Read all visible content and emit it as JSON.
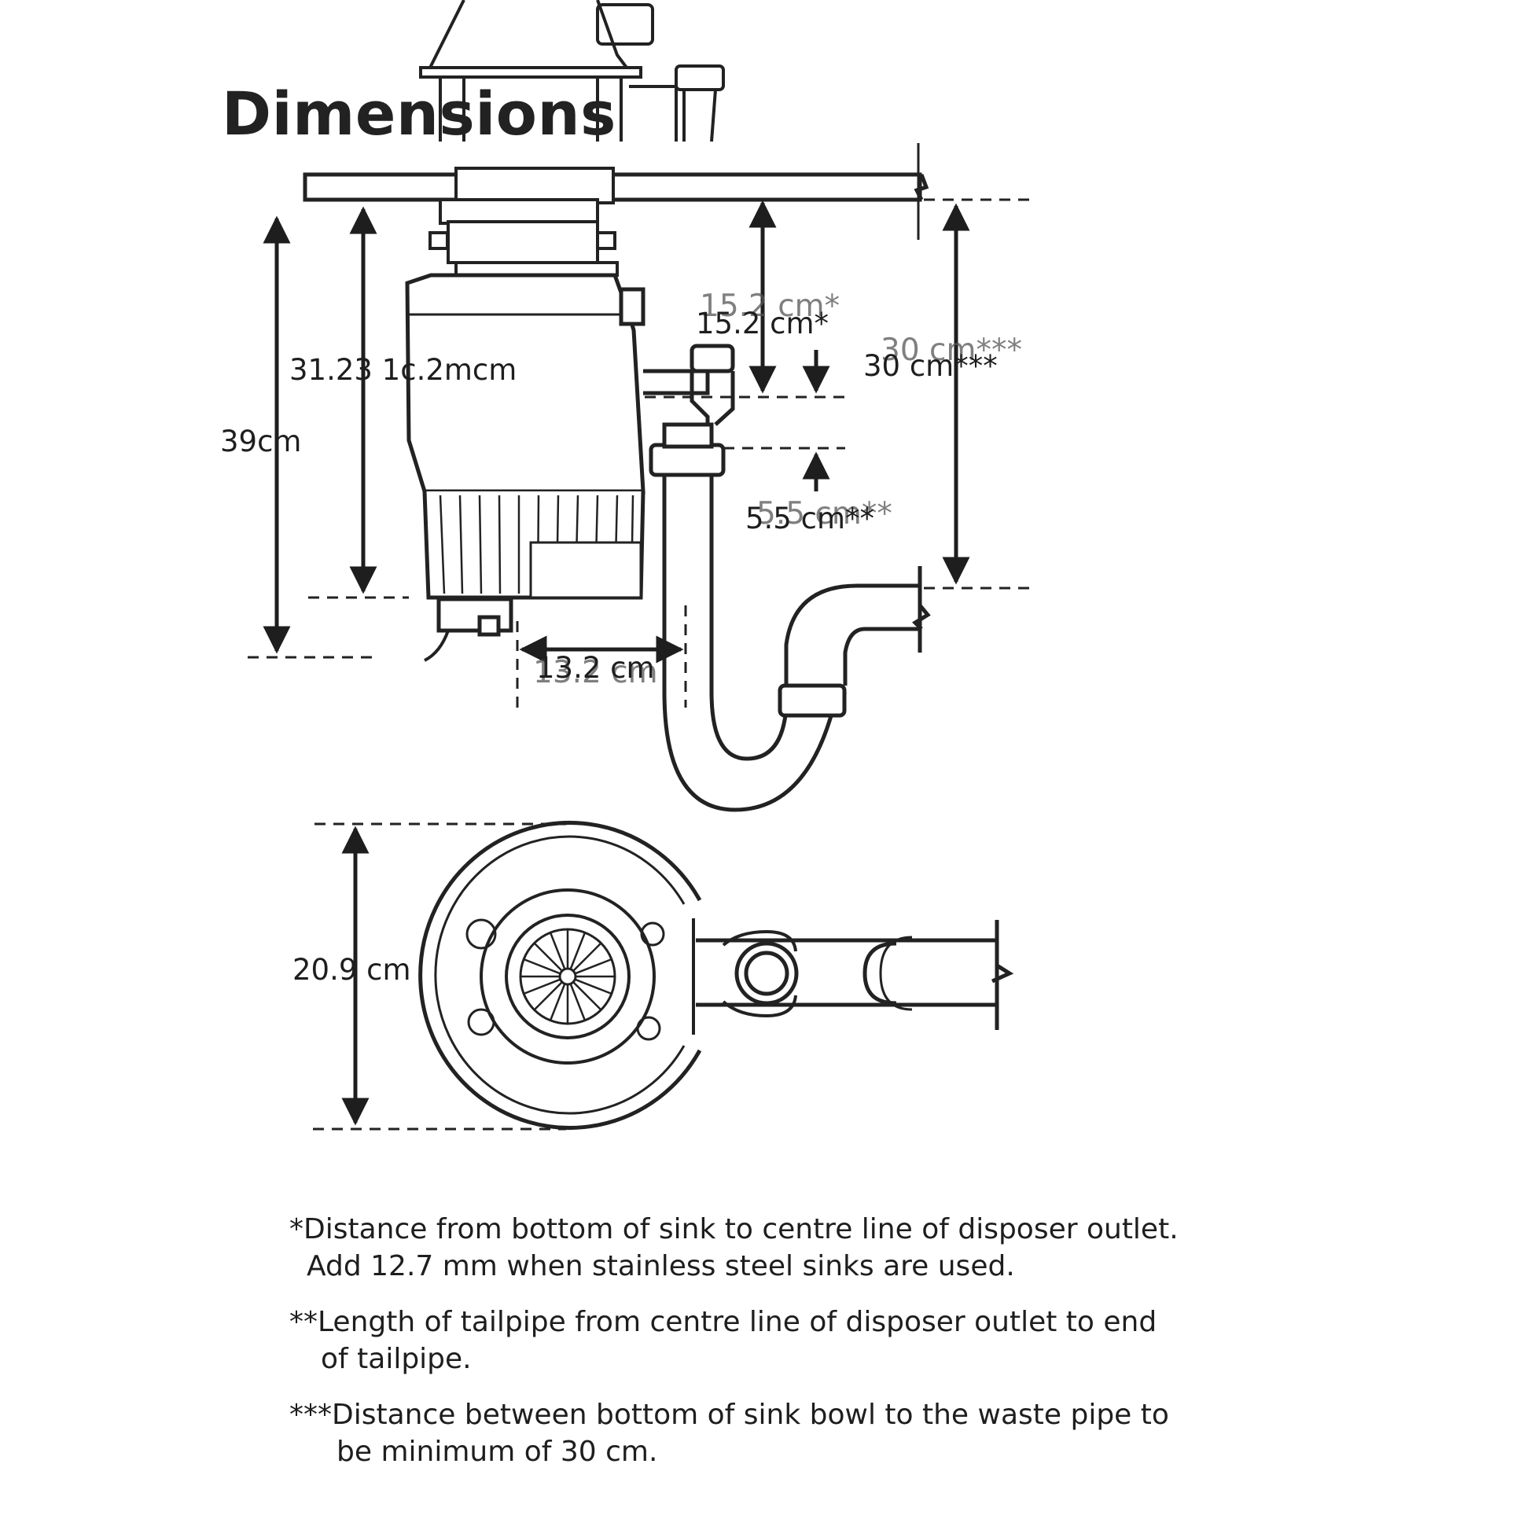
{
  "title": "Dimensions",
  "labels": {
    "height_39": "39cm",
    "height_31": "31.23 1c.2mcm",
    "outlet_15": "15.2 cm*",
    "sink_to_waste_30": "30 cm***",
    "tailpipe_5_5": "5.5 cm**",
    "offset_13_2": "13.2 cm",
    "diameter_20_9": "20.9 cm"
  },
  "notes": [
    {
      "line1": "*Distance from bottom of sink to centre line of disposer outlet.",
      "line2": "Add 12.7 mm when stainless steel sinks are used."
    },
    {
      "line1": "**Length of tailpipe from centre line of disposer outlet to end",
      "line2": "of tailpipe."
    },
    {
      "line1": "***Distance between bottom of sink bowl to the waste pipe to",
      "line2": "be minimum of 30 cm."
    }
  ]
}
